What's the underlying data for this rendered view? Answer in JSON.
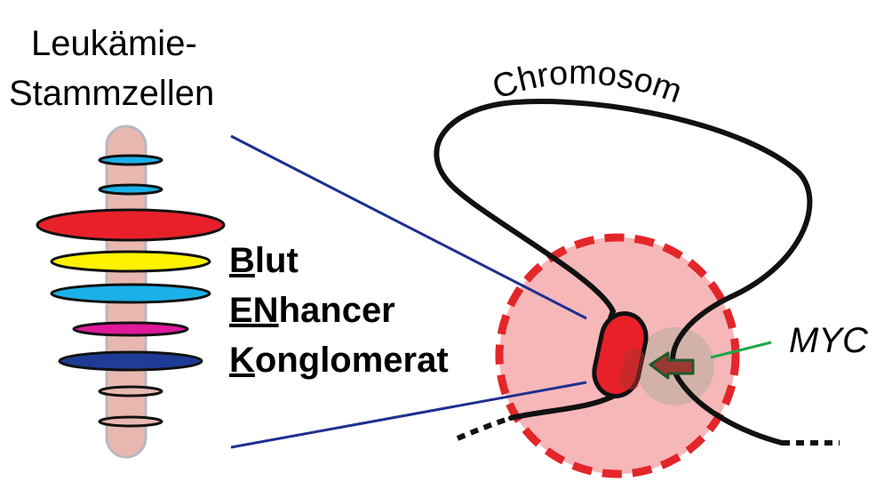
{
  "labels": {
    "stem_line1": "Leukämie-",
    "stem_line2": "Stammzellen",
    "chromosome": "Chromosom",
    "gene": "MYC"
  },
  "acronym": [
    {
      "initial": "B",
      "rest": "lut"
    },
    {
      "initial": "EN",
      "rest": "hancer"
    },
    {
      "initial": "K",
      "rest": "onglomerat"
    }
  ],
  "colors": {
    "band_red": "#e8202a",
    "band_yellow": "#fff200",
    "band_cyan": "#1ab0e8",
    "band_magenta": "#e0189a",
    "band_blue": "#1e3c96",
    "chromosome_body": "#e8b8b0",
    "nucleus_fill": "#f6b7b9",
    "nucleus_border": "#e3262a",
    "pointer_line": "#1f2f8f",
    "gene_pointer": "#1ea84a",
    "enhancer": "#e8202a"
  }
}
